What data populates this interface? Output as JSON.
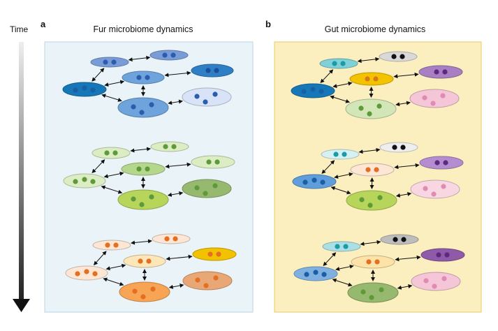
{
  "time_label": "Time",
  "panels": [
    {
      "letter": "a",
      "title": "Fur microbiome dynamics",
      "background": "#eaf3f8",
      "border": "#b9d4e6",
      "stages": [
        {
          "fills": [
            "#7a9cd6",
            "#7a9cd6",
            "#6fa3dc",
            "#2f7fc4",
            "#1677b8",
            "#d9e3f7",
            "#6fa3dc"
          ],
          "dots": [
            "#2a5db0",
            "#2a5db0",
            "#2a5db0",
            "#1a4f9c",
            "#1a5ea6",
            "#2a5db0",
            "#2a5db0"
          ]
        },
        {
          "fills": [
            "#dcedc3",
            "#dcedc3",
            "#b5d78d",
            "#dcedc3",
            "#dcedc3",
            "#97b96f",
            "#b7d55a"
          ],
          "dots": [
            "#5f9a3a",
            "#5f9a3a",
            "#5f9a3a",
            "#5f9a3a",
            "#5f9a3a",
            "#5f9a3a",
            "#5f9a3a"
          ]
        },
        {
          "fills": [
            "#fde6d3",
            "#fde6d3",
            "#fde6b8",
            "#f2c100",
            "#fde6d3",
            "#e9a776",
            "#f7a454"
          ],
          "dots": [
            "#e26f22",
            "#e26f22",
            "#e26f22",
            "#e26f22",
            "#e26f22",
            "#e26f22",
            "#e26f22"
          ]
        }
      ]
    },
    {
      "letter": "b",
      "title": "Gut microbiome dynamics",
      "background": "#fbeebf",
      "border": "#e8cc6a",
      "stages": [
        {
          "fills": [
            "#7fd0d7",
            "#d9d9d9",
            "#f3c300",
            "#a77fc2",
            "#1677b8",
            "#f5c6d8",
            "#d3e6b8"
          ],
          "dots": [
            "#1b9ba6",
            "#111111",
            "#d8781e",
            "#5b2a80",
            "#1a5ea6",
            "#e08bb2",
            "#5f9a3a"
          ]
        },
        {
          "fills": [
            "#d6f1f4",
            "#eeeeee",
            "#fde6d3",
            "#b48dcf",
            "#5f9ddb",
            "#f8d7e3",
            "#b7d55a"
          ],
          "dots": [
            "#1b9ba6",
            "#111111",
            "#e26f22",
            "#5b2a80",
            "#1a5ea6",
            "#e08bb2",
            "#5f9a3a"
          ]
        },
        {
          "fills": [
            "#a9dfe5",
            "#bdbdbd",
            "#fde3a7",
            "#8f5aa8",
            "#7fb0e0",
            "#f5c6d8",
            "#97b96f"
          ],
          "dots": [
            "#1b9ba6",
            "#111111",
            "#e26f22",
            "#5b2a80",
            "#1a5ea6",
            "#e08bb2",
            "#5f9a3a"
          ]
        }
      ]
    }
  ]
}
